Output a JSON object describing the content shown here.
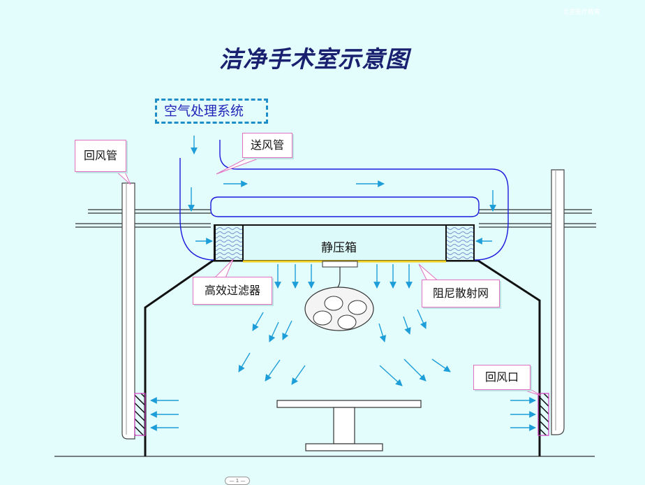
{
  "title": "洁净手术室示意图",
  "corner_text": "北京医疗教育",
  "pager_text": "— 1 —",
  "labels": {
    "ahu": "空气处理系统",
    "supply_duct": "送风管",
    "return_duct": "回风管",
    "plenum": "静压箱",
    "hepa": "高效过滤器",
    "diffuser": "阻尼散射网",
    "return_vent": "回风口"
  },
  "colors": {
    "background": "#e3fcfc",
    "duct_line": "#1a1adc",
    "arrow": "#1e9ed8",
    "ahu_border": "#1e8ec8",
    "callout_border": "#e070c0",
    "diffuser_mesh": "#f0d020",
    "filter_wave": "#7a90d0"
  }
}
